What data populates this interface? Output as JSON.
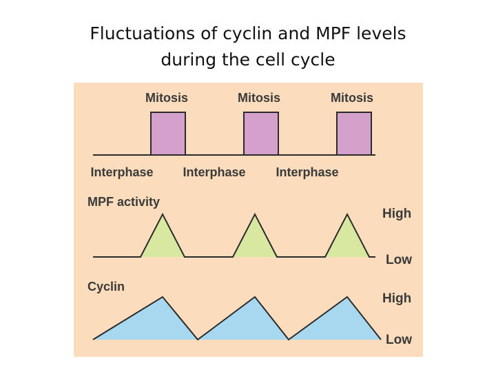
{
  "slide": {
    "title_line1": "Fluctuations of cyclin and MPF levels",
    "title_line2": "during the cell cycle"
  },
  "diagram": {
    "background": "#fbdcbc",
    "colors": {
      "mitosis_fill": "#d4a0cc",
      "mpf_fill": "#d9e8a0",
      "cyclin_fill": "#a8d8f0",
      "line": "#2a2a2a",
      "label": "#3a3a3a"
    },
    "labels": {
      "mitosis": [
        "Mitosis",
        "Mitosis",
        "Mitosis"
      ],
      "interphase": [
        "Interphase",
        "Interphase",
        "Interphase"
      ],
      "mpf_title": "MPF activity",
      "mpf_high": "High",
      "mpf_low": "Low",
      "cyclin_title": "Cyclin",
      "cyclin_high": "High",
      "cyclin_low": "Low"
    }
  }
}
